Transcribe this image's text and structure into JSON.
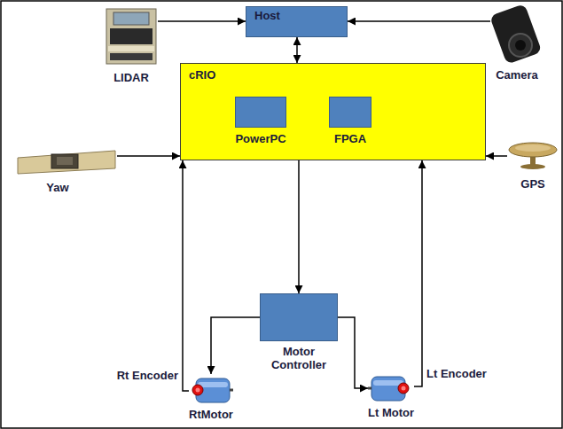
{
  "diagram": {
    "nodes": [
      {
        "text": [
          "LIDAR"
        ]
      },
      {
        "text": [
          "Host"
        ]
      },
      {
        "text": [
          "Camera"
        ]
      },
      {
        "text": [
          "Yaw"
        ]
      },
      {
        "text": [
          "cRIO"
        ]
      },
      {
        "text": [
          "PowerPC"
        ],
        "in": 4
      },
      {
        "text": [
          "FPGA"
        ],
        "in": 4
      },
      {
        "text": [
          "GPS"
        ]
      },
      {
        "text": [
          "Motor Controller"
        ]
      },
      {
        "text": [
          "Rt Encoder",
          "RtMotor"
        ]
      },
      {
        "text": [
          "Lt Encoder",
          "Lt Motor"
        ]
      }
    ],
    "edges": [
      {
        "from": 0,
        "to": 1,
        "arrow": "to"
      },
      {
        "from": 2,
        "to": 1,
        "arrow": "to"
      },
      {
        "from": 1,
        "to": 4,
        "arrow": "both"
      },
      {
        "from": 3,
        "to": 4,
        "arrow": "to"
      },
      {
        "from": 7,
        "to": 4,
        "arrow": "to"
      },
      {
        "from": 4,
        "to": 8,
        "arrow": "to"
      },
      {
        "from": 8,
        "to": 9,
        "arrow": "to"
      },
      {
        "from": 8,
        "to": 10,
        "arrow": "to"
      },
      {
        "from": 9,
        "to": 4,
        "arrow": "to"
      },
      {
        "from": 10,
        "to": 4,
        "arrow": "to"
      }
    ]
  }
}
